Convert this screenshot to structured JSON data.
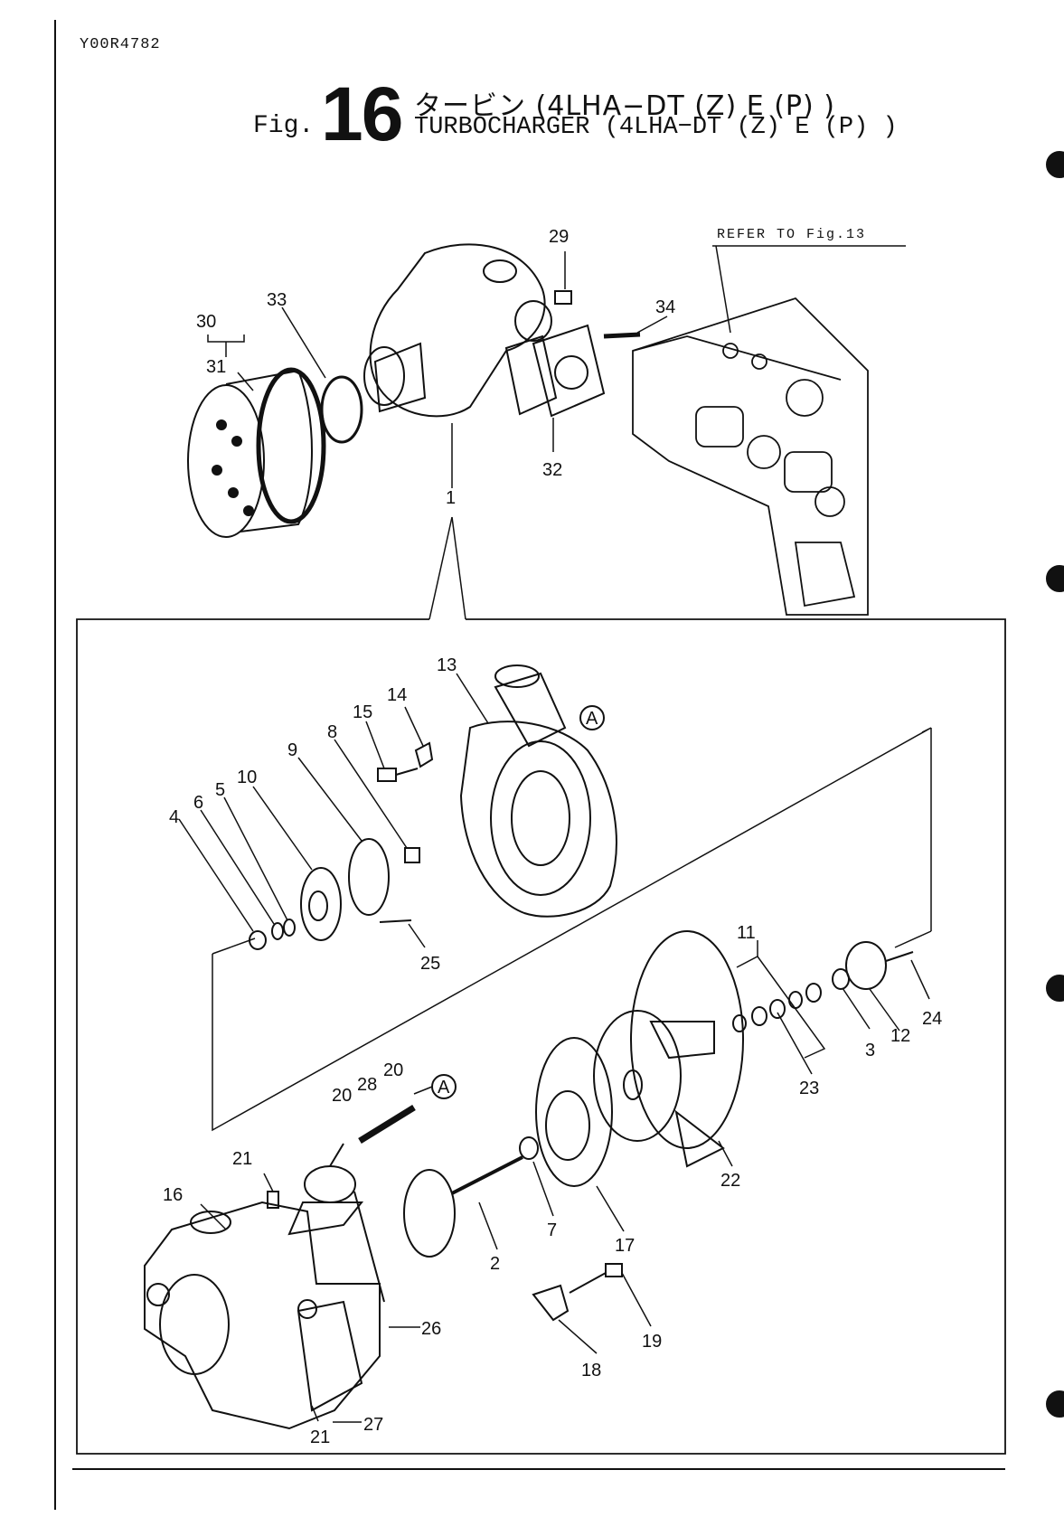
{
  "document": {
    "doc_id": "Y00R4782",
    "fig_prefix": "Fig.",
    "fig_number": "16",
    "title_jp": "タービン (4LHA−DT (Z) E (P) )",
    "title_en": "TURBOCHARGER (4LHA−DT (Z) E (P) )",
    "refer_note": "REFER TO Fig.13"
  },
  "callouts": {
    "c1": "1",
    "c2": "2",
    "c3": "3",
    "c4": "4",
    "c5": "5",
    "c6": "6",
    "c7": "7",
    "c8": "8",
    "c9": "9",
    "c10": "10",
    "c11": "11",
    "c12": "12",
    "c13": "13",
    "c14": "14",
    "c15": "15",
    "c16": "16",
    "c17": "17",
    "c18": "18",
    "c19": "19",
    "c20a": "20",
    "c20b": "20",
    "c21a": "21",
    "c21b": "21",
    "c22": "22",
    "c23": "23",
    "c24": "24",
    "c25": "25",
    "c26": "26",
    "c27": "27",
    "c28": "28",
    "c29": "29",
    "c30": "30",
    "c31": "31",
    "c32": "32",
    "c33": "33",
    "c34": "34",
    "markerA1": "A",
    "markerA2": "A"
  }
}
